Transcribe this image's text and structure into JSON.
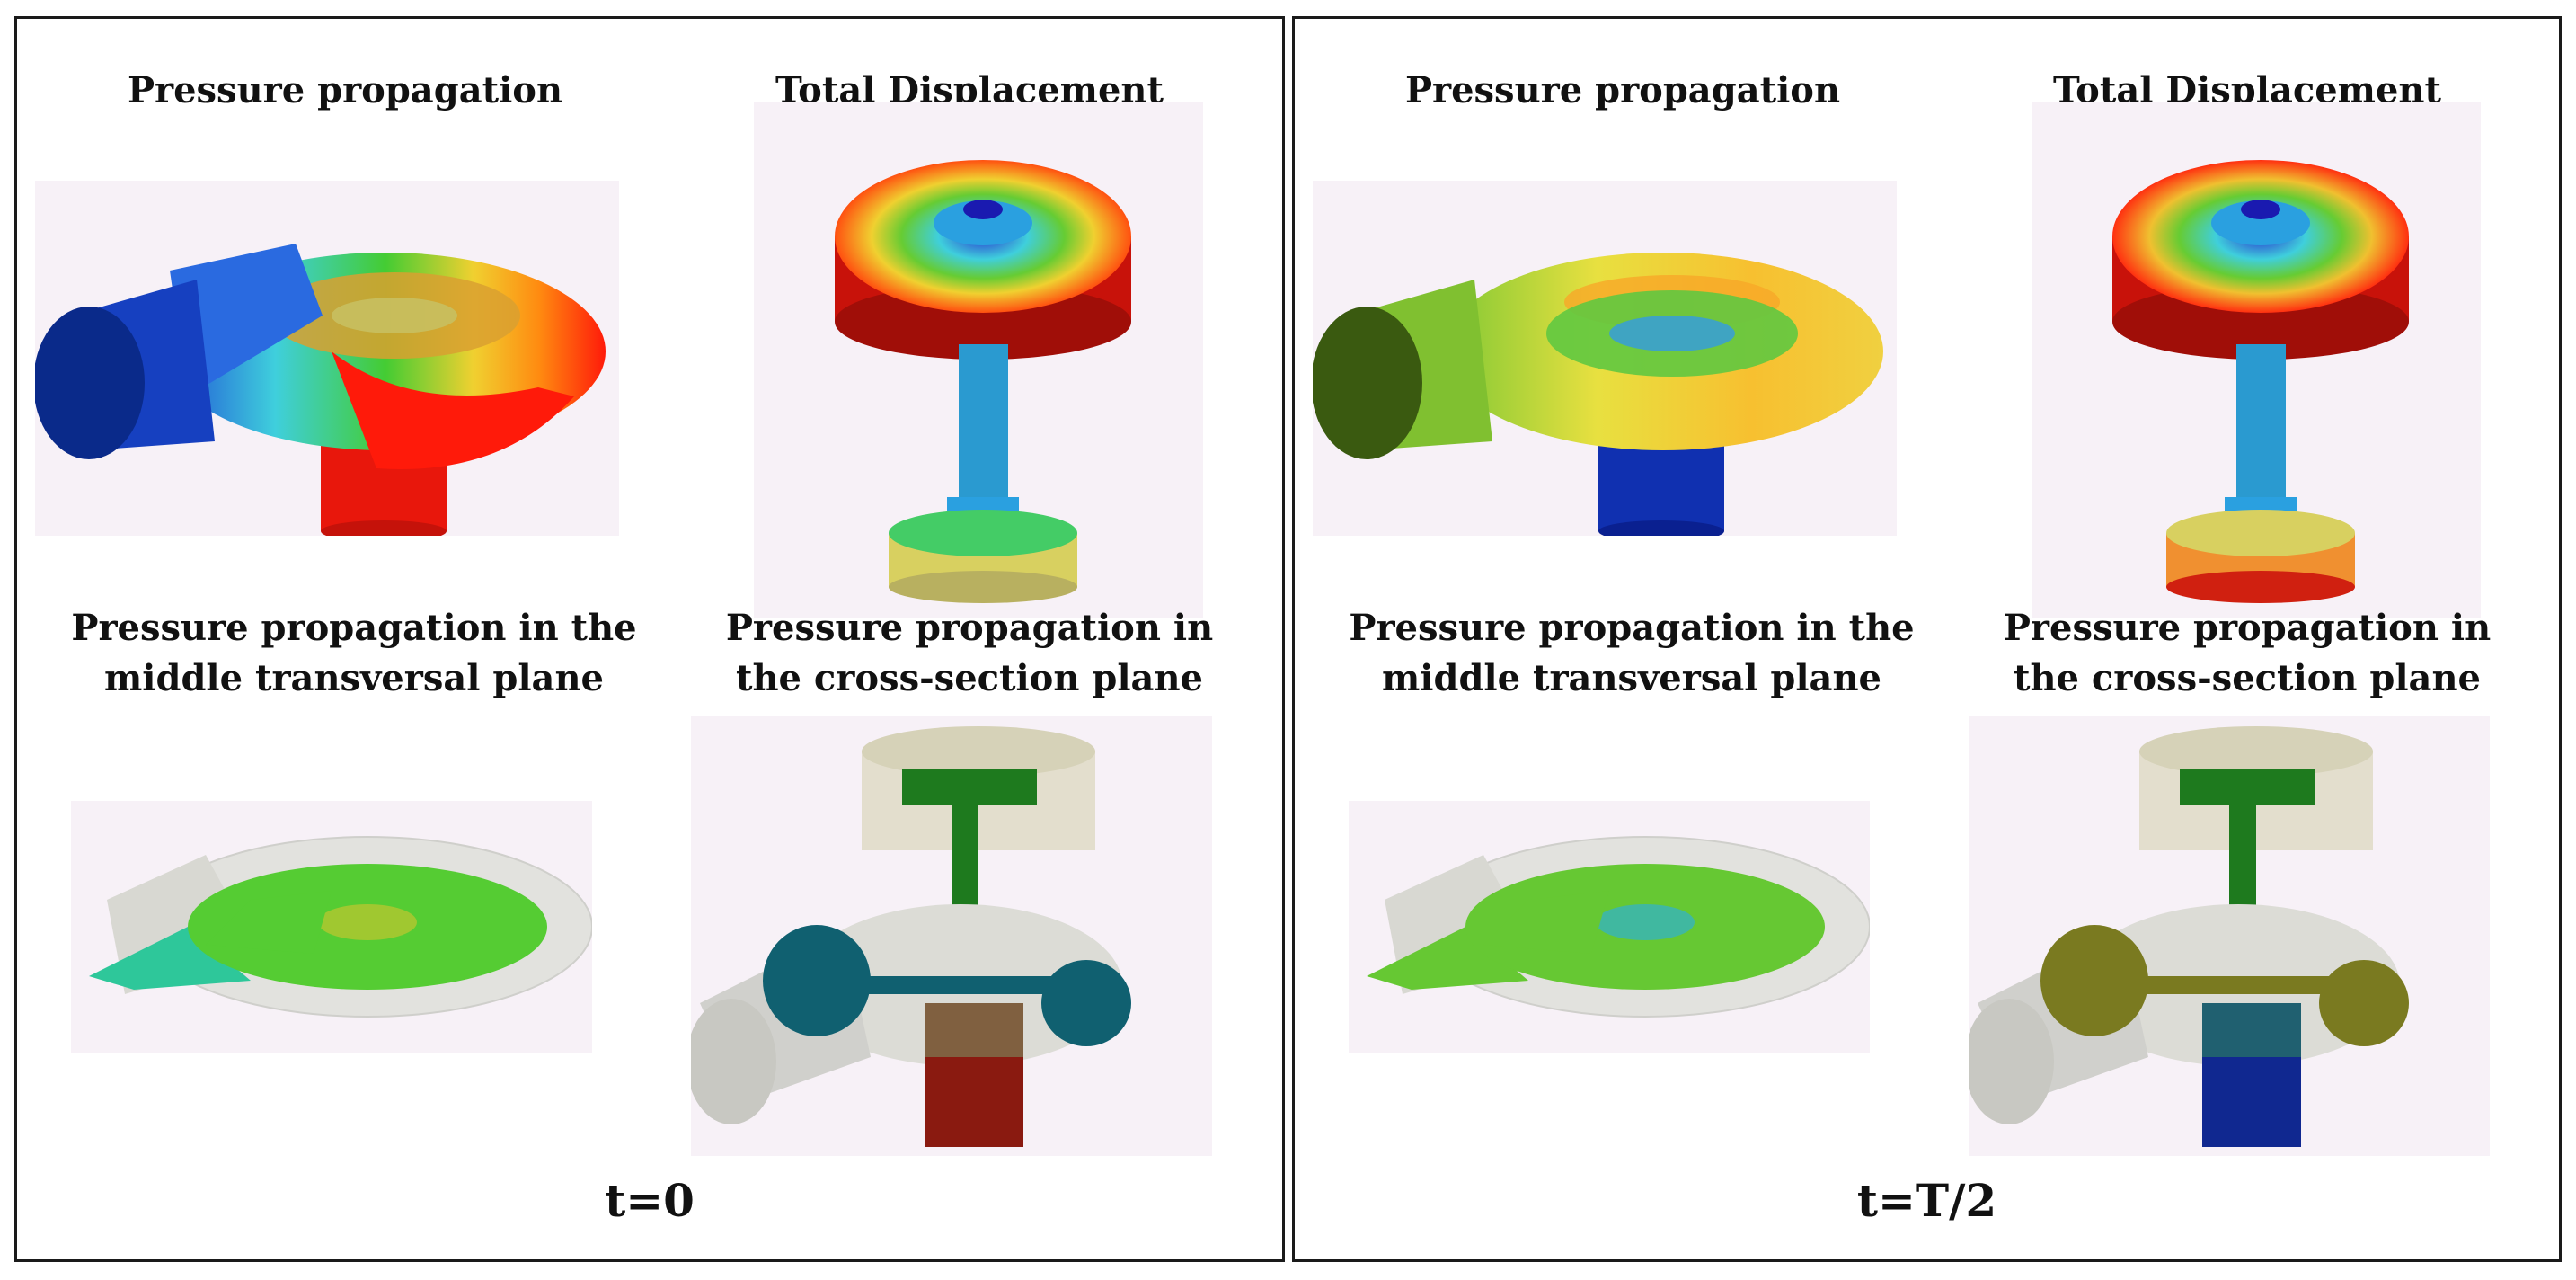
{
  "panels": [
    {
      "id": "left",
      "time_label": "t=0",
      "titles": {
        "pressure": "Pressure propagation",
        "displacement": "Total Displacement",
        "transversal_line1": "Pressure propagation in the",
        "transversal_line2": "middle transversal plane",
        "cross_line1": "Pressure propagation in",
        "cross_line2": "the cross-section plane"
      },
      "colors": {
        "inlet": "#0a2a8a",
        "spiral_start": "#1f4fd6",
        "spiral_mid": "#3fcfdc",
        "spiral_end": "#ff1a0a",
        "outlet": "#e8170c",
        "transversal_inlet": "#2ec79a",
        "transversal_plane": "#55cc33",
        "cross_circles": "#106070",
        "cross_draft": "#8a1a10"
      }
    },
    {
      "id": "right",
      "time_label": "t=T/2",
      "titles": {
        "pressure": "Pressure propagation",
        "displacement": "Total Displacement",
        "transversal_line1": "Pressure propagation in the",
        "transversal_line2": "middle transversal plane",
        "cross_line1": "Pressure propagation in",
        "cross_line2": "the cross-section plane"
      },
      "colors": {
        "inlet": "#3a5a10",
        "spiral_start": "#7fc834",
        "spiral_mid": "#f0e040",
        "spiral_end": "#f7b030",
        "outlet": "#1030b0",
        "transversal_inlet": "#66c833",
        "transversal_plane": "#66c833",
        "cross_circles": "#7a7a20",
        "cross_draft": "#102890"
      }
    }
  ]
}
